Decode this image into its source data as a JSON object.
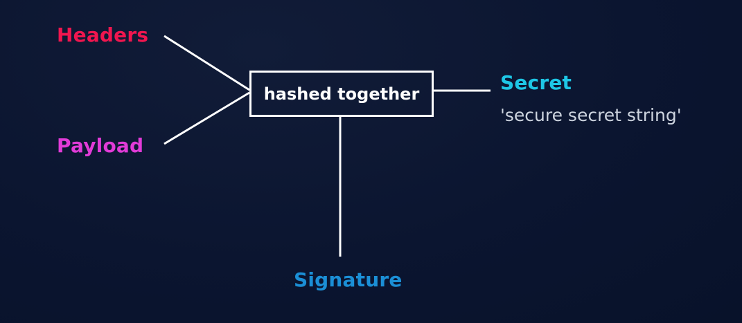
{
  "diagram": {
    "inputs": {
      "headers": {
        "label": "Headers",
        "color": "#f0164f"
      },
      "payload": {
        "label": "Payload",
        "color": "#e23bd8"
      }
    },
    "process": {
      "label": "hashed together",
      "color": "#ffffff"
    },
    "secret": {
      "label": "Secret",
      "value": "'secure secret string'",
      "color": "#1ec7e6",
      "value_color": "#cdd4df"
    },
    "output": {
      "label": "Signature",
      "color": "#1b8fd6"
    },
    "line_color": "#ffffff",
    "background_color": "#0c1631"
  }
}
